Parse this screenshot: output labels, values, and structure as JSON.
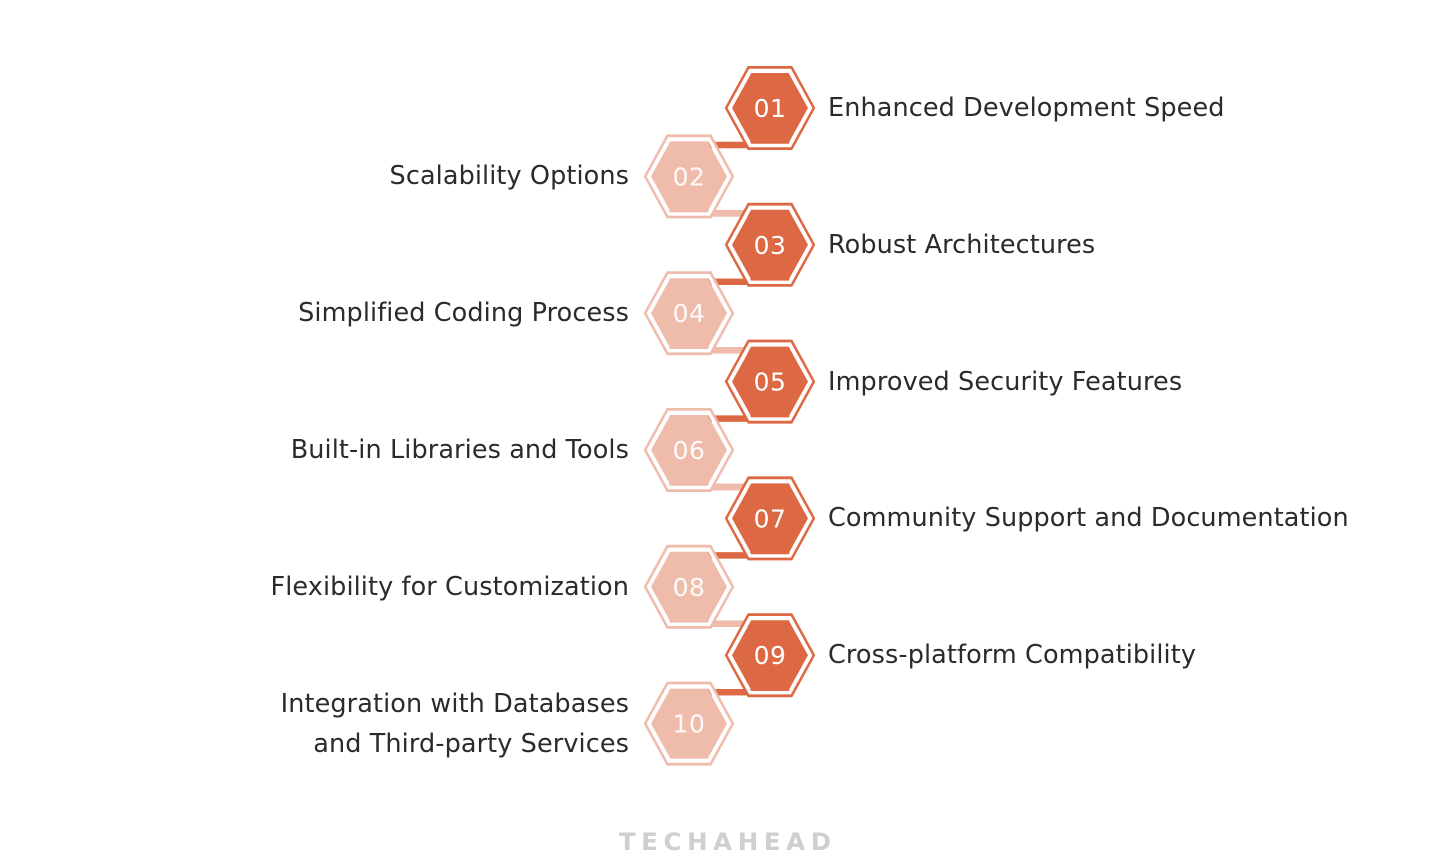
{
  "title": "Benefits Hexagon Zig-zag Infographic",
  "theme": {
    "background": "#ffffff",
    "accent_dark": "#DD6844",
    "accent_light": "#EFBCAB",
    "text_color": "#2b2b2b",
    "hex_stroke": "#ffffff",
    "logo_color": "#cfcfcf"
  },
  "footer": {
    "logo_text": "TECHAHEAD"
  },
  "chart_data": {
    "type": "diagram",
    "subtype": "zigzag-hexagon-list",
    "title": "",
    "count": 10,
    "alternating": true,
    "items": [
      {
        "number": "01",
        "label": "Enhanced Development Speed",
        "side": "right",
        "tone": "dark"
      },
      {
        "number": "02",
        "label": "Scalability Options",
        "side": "left",
        "tone": "light"
      },
      {
        "number": "03",
        "label": "Robust Architectures",
        "side": "right",
        "tone": "dark"
      },
      {
        "number": "04",
        "label": "Simplified Coding Process",
        "side": "left",
        "tone": "light"
      },
      {
        "number": "05",
        "label": "Improved Security Features",
        "side": "right",
        "tone": "dark"
      },
      {
        "number": "06",
        "label": "Built-in Libraries and Tools",
        "side": "left",
        "tone": "light"
      },
      {
        "number": "07",
        "label": "Community Support and Documentation",
        "side": "right",
        "tone": "dark"
      },
      {
        "number": "08",
        "label": "Flexibility for Customization",
        "side": "left",
        "tone": "light"
      },
      {
        "number": "09",
        "label": "Cross-platform Compatibility",
        "side": "right",
        "tone": "dark"
      },
      {
        "number": "10",
        "label": "Integration with Databases\nand Third-party Services",
        "side": "left",
        "tone": "light"
      }
    ]
  },
  "items": [
    {
      "number": "01",
      "label": "Enhanced Development Speed"
    },
    {
      "number": "02",
      "label": "Scalability Options"
    },
    {
      "number": "03",
      "label": "Robust Architectures"
    },
    {
      "number": "04",
      "label": "Simplified Coding Process"
    },
    {
      "number": "05",
      "label": "Improved Security Features"
    },
    {
      "number": "06",
      "label": "Built-in Libraries and Tools"
    },
    {
      "number": "07",
      "label": "Community Support and Documentation"
    },
    {
      "number": "08",
      "label": "Flexibility for Customization"
    },
    {
      "number": "09",
      "label": "Cross-platform Compatibility"
    },
    {
      "number": "10",
      "label": "Integration with Databases\nand Third-party Services"
    }
  ]
}
